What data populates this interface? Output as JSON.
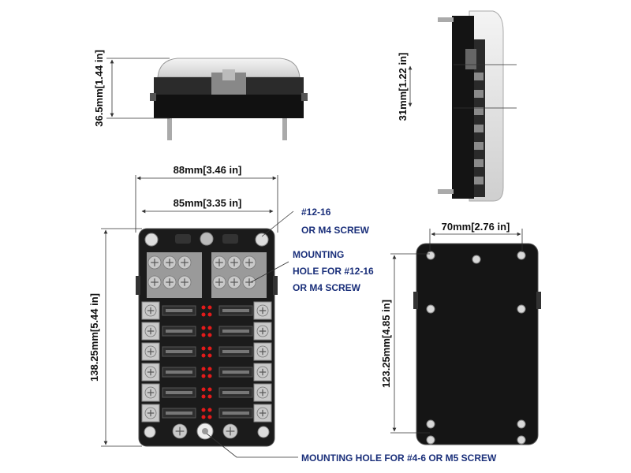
{
  "dimensions": {
    "height_side": "36.5mm[1.44 in]",
    "height_right": "31mm[1.22 in]",
    "outer_width": "88mm[3.46 in]",
    "hole_width": "85mm[3.35 in]",
    "front_height": "138.25mm[5.44 in]",
    "back_width": "70mm[2.76 in]",
    "back_height": "123.25mm[4.85 in]"
  },
  "callouts": {
    "top_screw_line1": "#12-16",
    "top_screw_line2": "OR M4 SCREW",
    "mount_line1": "MOUNTING",
    "mount_line2": "HOLE FOR #12-16",
    "mount_line3": "OR M4 SCREW",
    "bottom_hole": "MOUNTING HOLE FOR #4-6 OR M5 SCREW"
  },
  "colors": {
    "body": "#1b1b1b",
    "terminal": "#c9c9c9",
    "led": "#e21b1b",
    "callout_text": "#1a2f7a"
  }
}
